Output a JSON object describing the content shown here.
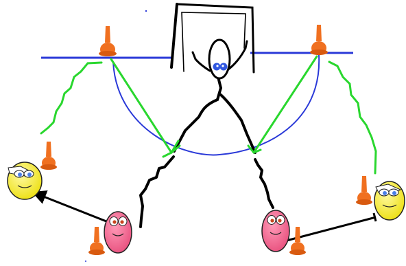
{
  "diagram": {
    "kind": "soccer-drill-sketch",
    "colors": {
      "goal": "#000000",
      "line": "#2a39d8",
      "cone": "#f07020",
      "cone_base": "#d85a10",
      "pass": "#29d72e",
      "dribble": "#000000",
      "player_pink": "#ee5c86",
      "player_yellow": "#f5ee1c",
      "keeper": "#ffffff",
      "eye_blue": "#4a7ee8"
    },
    "elements": {
      "goal": "goal-frame",
      "keeper": "goalkeeper-stick-figure",
      "cones": [
        "cone-left-top",
        "cone-right-top",
        "cone-left-mid",
        "cone-left-bottom",
        "cone-right-mid",
        "cone-bottom-right"
      ],
      "players": [
        "player-pink-left",
        "player-pink-right",
        "player-yellow-left",
        "player-yellow-right"
      ]
    }
  }
}
